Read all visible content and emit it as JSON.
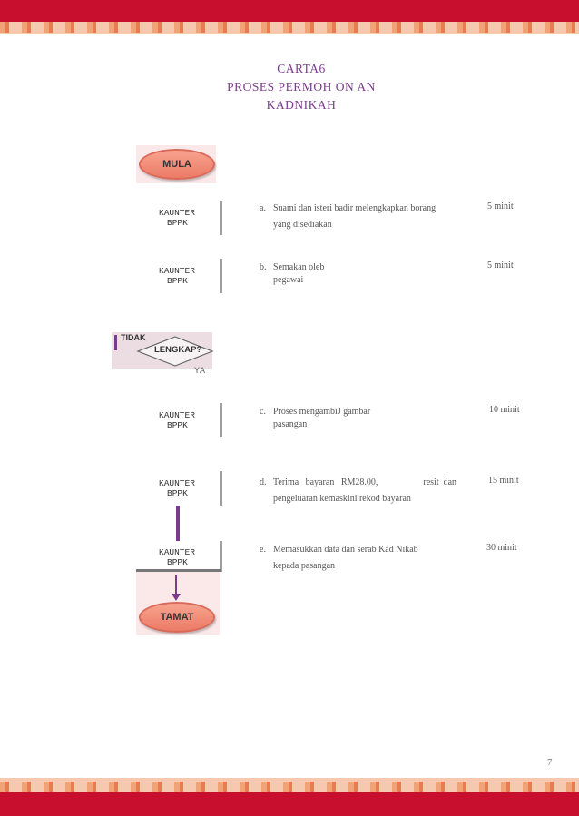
{
  "title": {
    "line1": "CARTA6",
    "line2": "PROSES PERMOH ON AN",
    "line3": "KADNIKAH"
  },
  "flow": {
    "start": "MULA",
    "end": "TAMAT",
    "decision": "LENGKAP?",
    "no_label": "TIDAK",
    "yes_label": "YA",
    "counter_line1": "KAUNTER",
    "counter_line2": "BPPK"
  },
  "steps": [
    {
      "idx": "a.",
      "text": "Suami  dan  isteri  badir  melengkapkan  borang",
      "text2": "yang disediakan",
      "time": "5 minit"
    },
    {
      "idx": "b.",
      "text": "Semakan  oleb",
      "text2": "pegawai",
      "time": "5 minit"
    },
    {
      "idx": "c.",
      "text": "Proses mengambiJ gambar",
      "text2": "pasangan",
      "time": "10 minit"
    },
    {
      "idx": "d.",
      "text": "Terima   bayaran   RM28.00,                    resit  dan",
      "text2": "pengeluaran kemaskini  rekod bayaran",
      "time": "15 minit"
    },
    {
      "idx": "e.",
      "text": "Memasukkan  data  dan  serab  Kad  Nikab",
      "text2": "kepada pasangan",
      "time": "30 minit"
    }
  ],
  "page_number": "7",
  "colors": {
    "banner": "#c8102e",
    "title": "#7a3d8c",
    "oval": "#ec7b66",
    "flow_line": "#7a3d8c"
  }
}
